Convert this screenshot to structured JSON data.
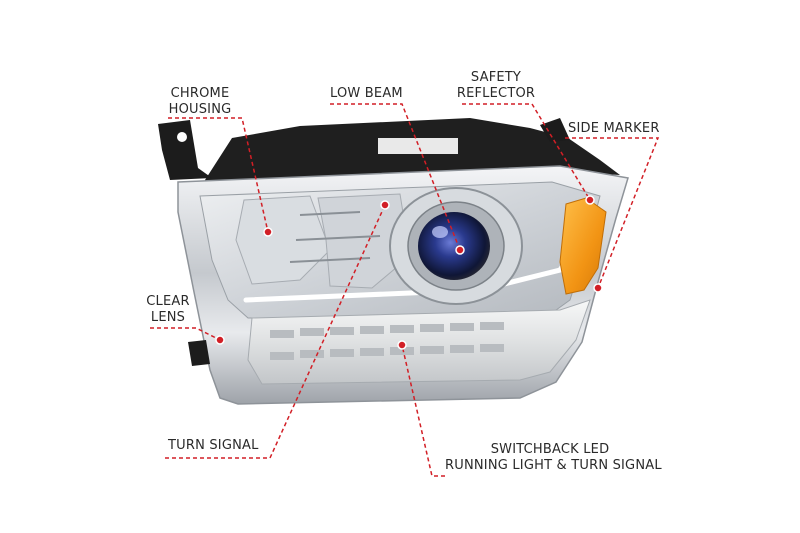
{
  "labels": {
    "chrome_housing": [
      "CHROME",
      "HOUSING"
    ],
    "low_beam": "LOW BEAM",
    "safety_reflector": [
      "SAFETY",
      "REFLECTOR"
    ],
    "side_marker": "SIDE MARKER",
    "clear_lens": [
      "CLEAR",
      "LENS"
    ],
    "turn_signal": "TURN SIGNAL",
    "switchback_led": [
      "SWITCHBACK LED",
      "RUNNING LIGHT & TURN SIGNAL"
    ]
  },
  "colors": {
    "callout": "#d21f26",
    "chrome": "#c9cdd2",
    "amber": "#f39a1a",
    "housing": "#1f1f1f",
    "lens_blue": "#2b3a8a",
    "text": "#2a2a2a"
  }
}
